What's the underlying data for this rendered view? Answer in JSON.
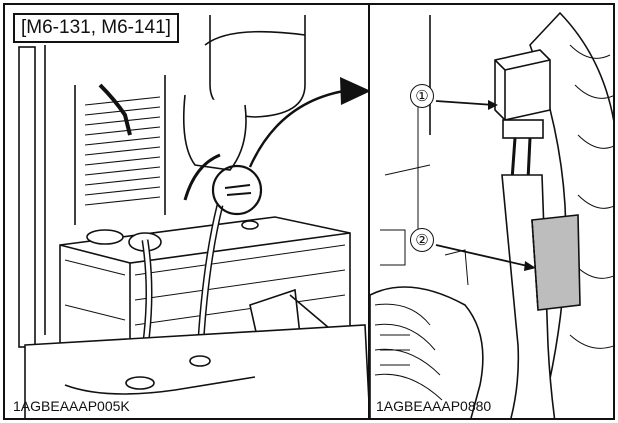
{
  "figure": {
    "model_tag": "[M6-131, M6-141]",
    "left_code": "1AGBEAAAP005K",
    "right_code": "1AGBEAAAP0880",
    "callouts": [
      "①",
      "②"
    ],
    "colors": {
      "line": "#111111",
      "paper": "#ffffff",
      "shade": "#bdbdbd",
      "dark_shade": "#6e6e6e"
    },
    "icons": [
      "curved-arrow-icon",
      "detail-circle-icon"
    ]
  }
}
